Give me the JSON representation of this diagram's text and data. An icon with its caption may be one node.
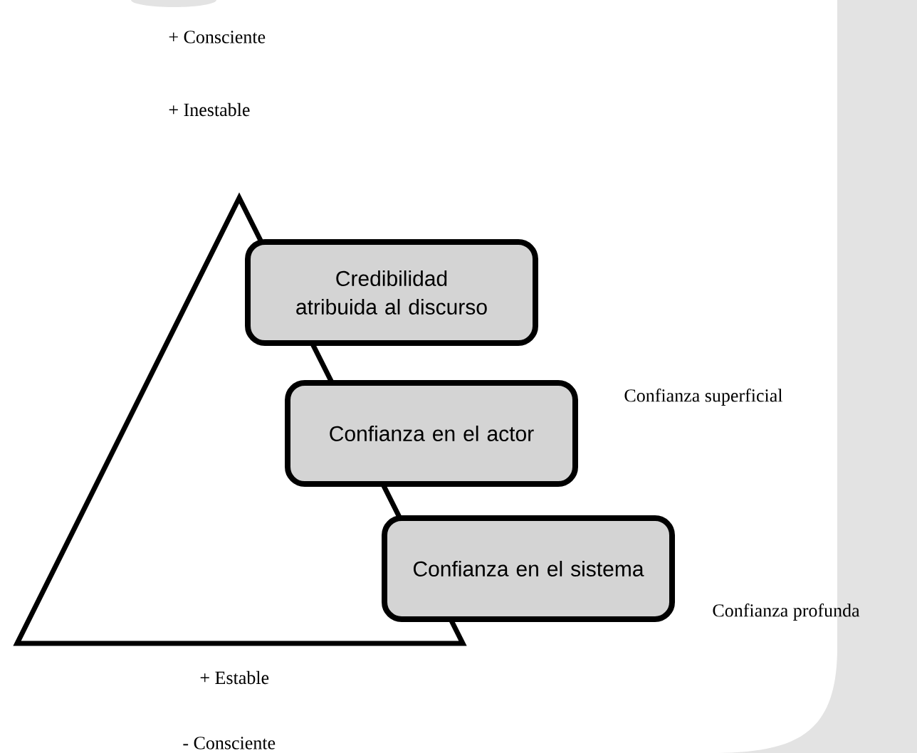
{
  "diagram": {
    "nodes": [
      {
        "text": [
          "Credibilidad atribuida al discurso"
        ]
      },
      {
        "text": [
          "Confianza en el actor"
        ]
      },
      {
        "text": [
          "Confianza en el sistema"
        ]
      }
    ],
    "labels": [
      "+ Consciente",
      "+ Inestable",
      "Confianza superficial",
      "Confianza profunda",
      "+ Estable",
      "- Consciente"
    ]
  }
}
